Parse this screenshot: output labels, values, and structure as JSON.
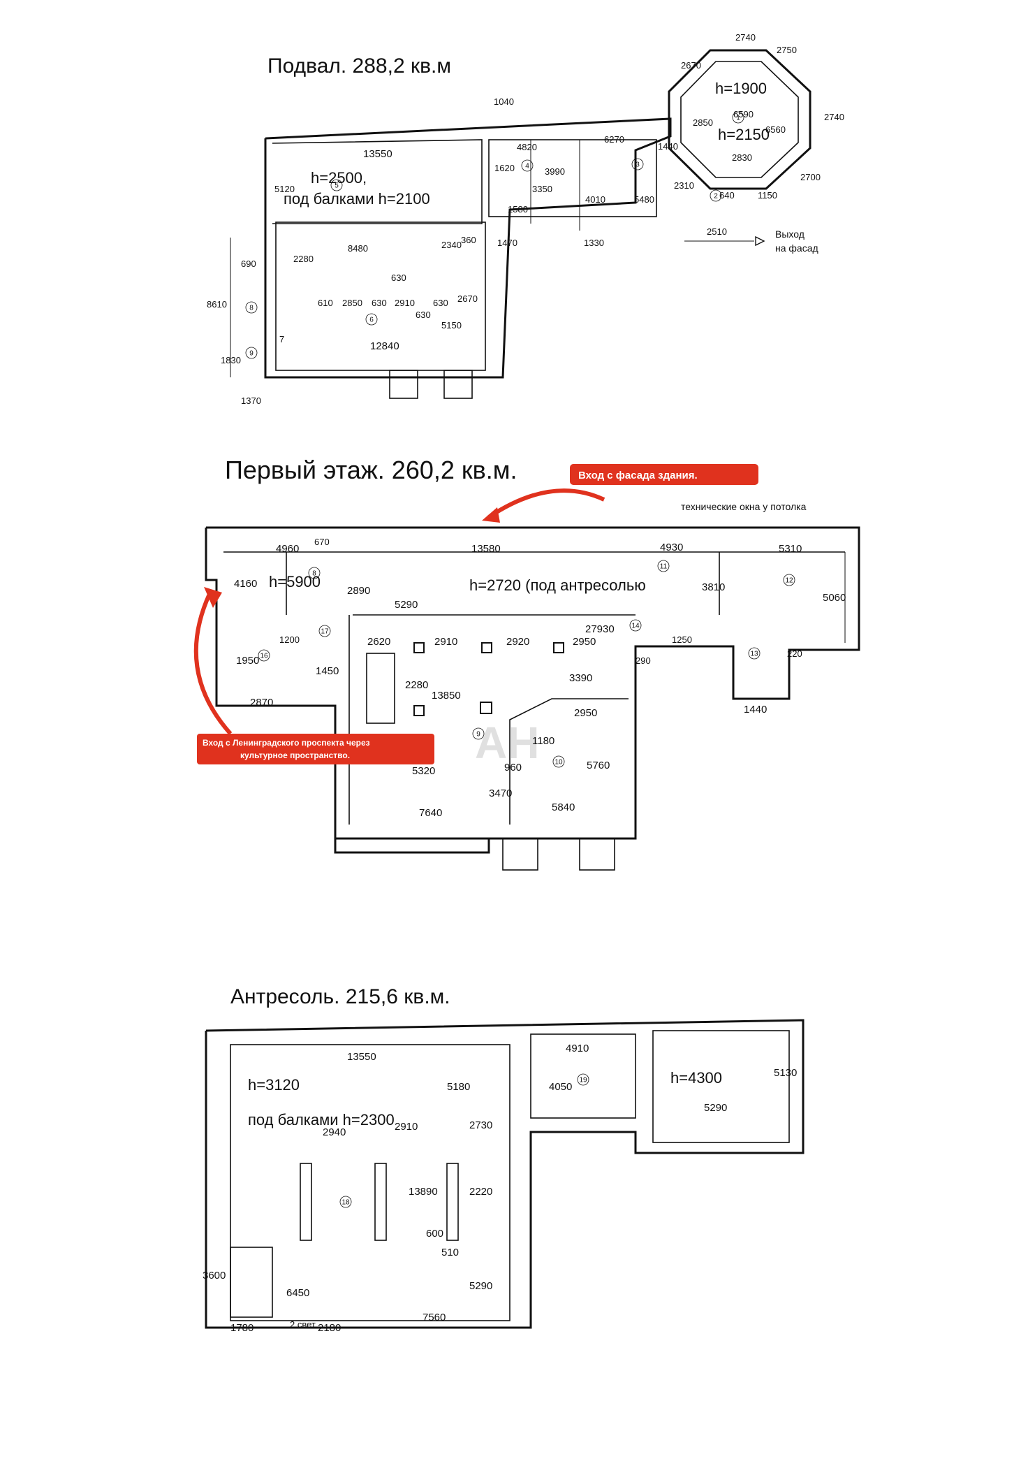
{
  "basement": {
    "title": "Подвал. 288,2 кв.м",
    "exit_label_1": "Выход",
    "exit_label_2": "на фасад",
    "heights": [
      "h=1900",
      "h=2150",
      "h=2500,",
      "под балками h=2100"
    ],
    "dims": [
      "2740",
      "2750",
      "2670",
      "2740",
      "2850",
      "6590",
      "6560",
      "2830",
      "2700",
      "1040",
      "13550",
      "4820",
      "6270",
      "1440",
      "1620",
      "3990",
      "3350",
      "5120",
      "2310",
      "640",
      "1150",
      "5480",
      "4010",
      "1580",
      "1470",
      "1330",
      "2510",
      "2280",
      "8480",
      "2340",
      "360",
      "690",
      "630",
      "610",
      "2850",
      "630",
      "2910",
      "630",
      "2670",
      "630",
      "5150",
      "12840",
      "8610",
      "1830",
      "1370",
      "7"
    ],
    "rooms": [
      "1",
      "2",
      "3",
      "4",
      "5",
      "6",
      "8",
      "9"
    ]
  },
  "first_floor": {
    "title": "Первый этаж. 260,2 кв.м.",
    "callout_facade": "Вход с фасада здания.",
    "tech_windows": "технические окна у потолка",
    "callout_leningrad_1": "Вход с Ленинградского проспекта через",
    "callout_leningrad_2": "культурное пространство.",
    "heights": [
      "h=5900",
      "h=2720 (под антресолью"
    ],
    "dims": [
      "4960",
      "670",
      "13580",
      "4930",
      "5310",
      "4160",
      "2890",
      "5290",
      "3810",
      "5060",
      "27930",
      "1200",
      "2620",
      "2910",
      "2920",
      "2950",
      "1250",
      "1950",
      "1450",
      "2280",
      "13850",
      "290",
      "220",
      "2870",
      "3390",
      "2950",
      "1180",
      "5760",
      "960",
      "5320",
      "3470",
      "7640",
      "5840",
      "1440"
    ],
    "rooms": [
      "8",
      "9",
      "10",
      "11",
      "12",
      "13",
      "14",
      "16",
      "17"
    ],
    "watermark": "АН"
  },
  "mezzanine": {
    "title": "Антресоль. 215,6 кв.м.",
    "heights": [
      "h=3120",
      "под балками  h=2300",
      "h=4300"
    ],
    "dims": [
      "13550",
      "4910",
      "5130",
      "4050",
      "5290",
      "5180",
      "2940",
      "2910",
      "2730",
      "13890",
      "2220",
      "600",
      "510",
      "3600",
      "6450",
      "5290",
      "1780",
      "2180",
      "7560"
    ],
    "second_light": "2 свет",
    "rooms": [
      "18",
      "19"
    ]
  },
  "colors": {
    "accent": "#e0321e",
    "line": "#111111"
  }
}
